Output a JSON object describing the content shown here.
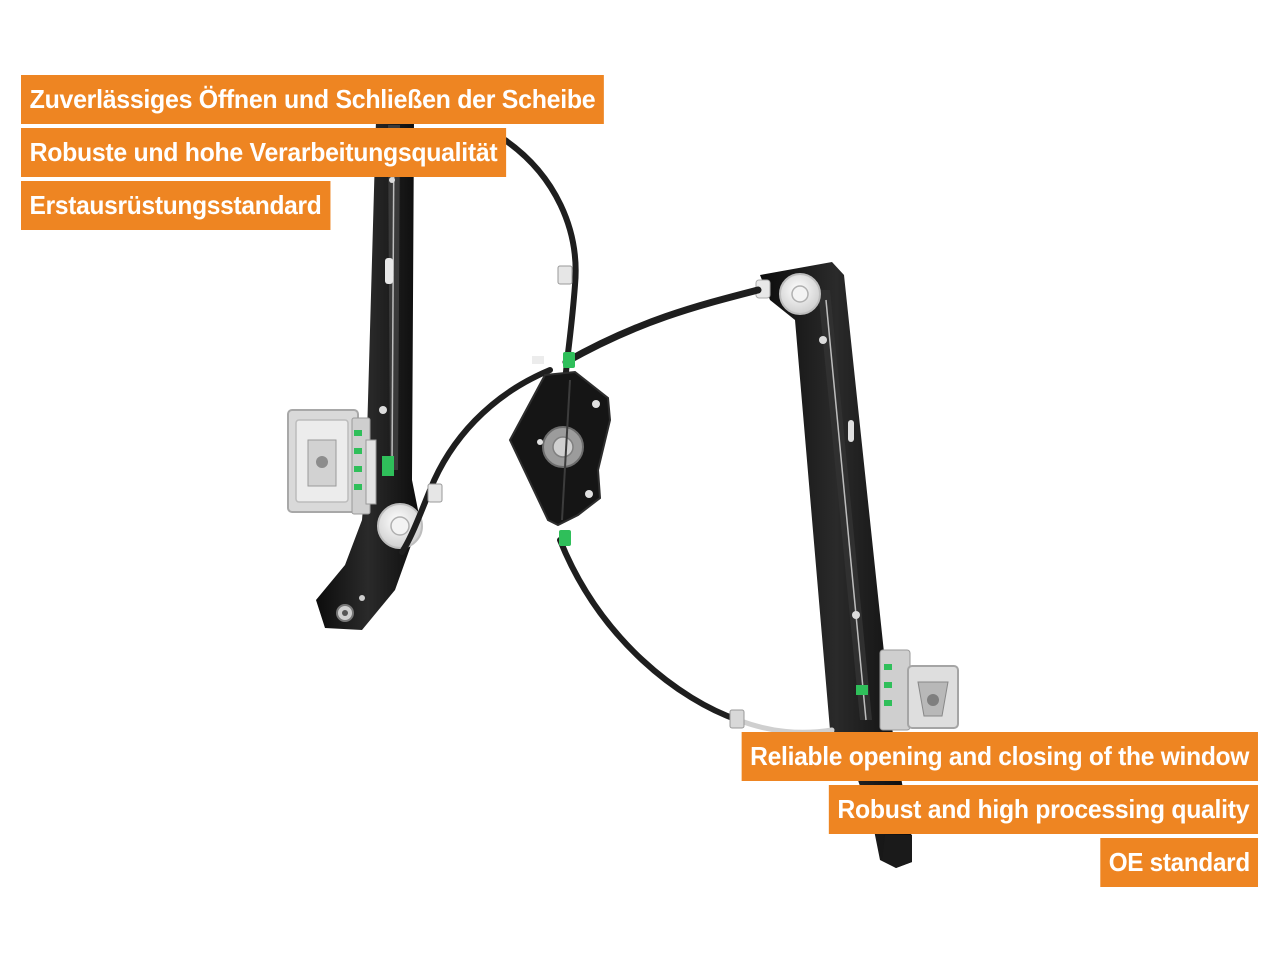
{
  "labels_de": [
    "Zuverlässiges Öffnen und Schließen der Scheibe",
    "Robuste und hohe Verarbeitungsqualität",
    "Erstausrüstungsstandard"
  ],
  "labels_en": [
    "Reliable opening and closing of the window",
    "Robust and high processing quality",
    "OE standard"
  ],
  "colors": {
    "badge_background": "#ee8522",
    "badge_text": "#ffffff",
    "rail": "#141414",
    "cable": "#1e1e1e",
    "clip_green": "#2fbf5a",
    "plastic_white": "#e6e6e6"
  }
}
